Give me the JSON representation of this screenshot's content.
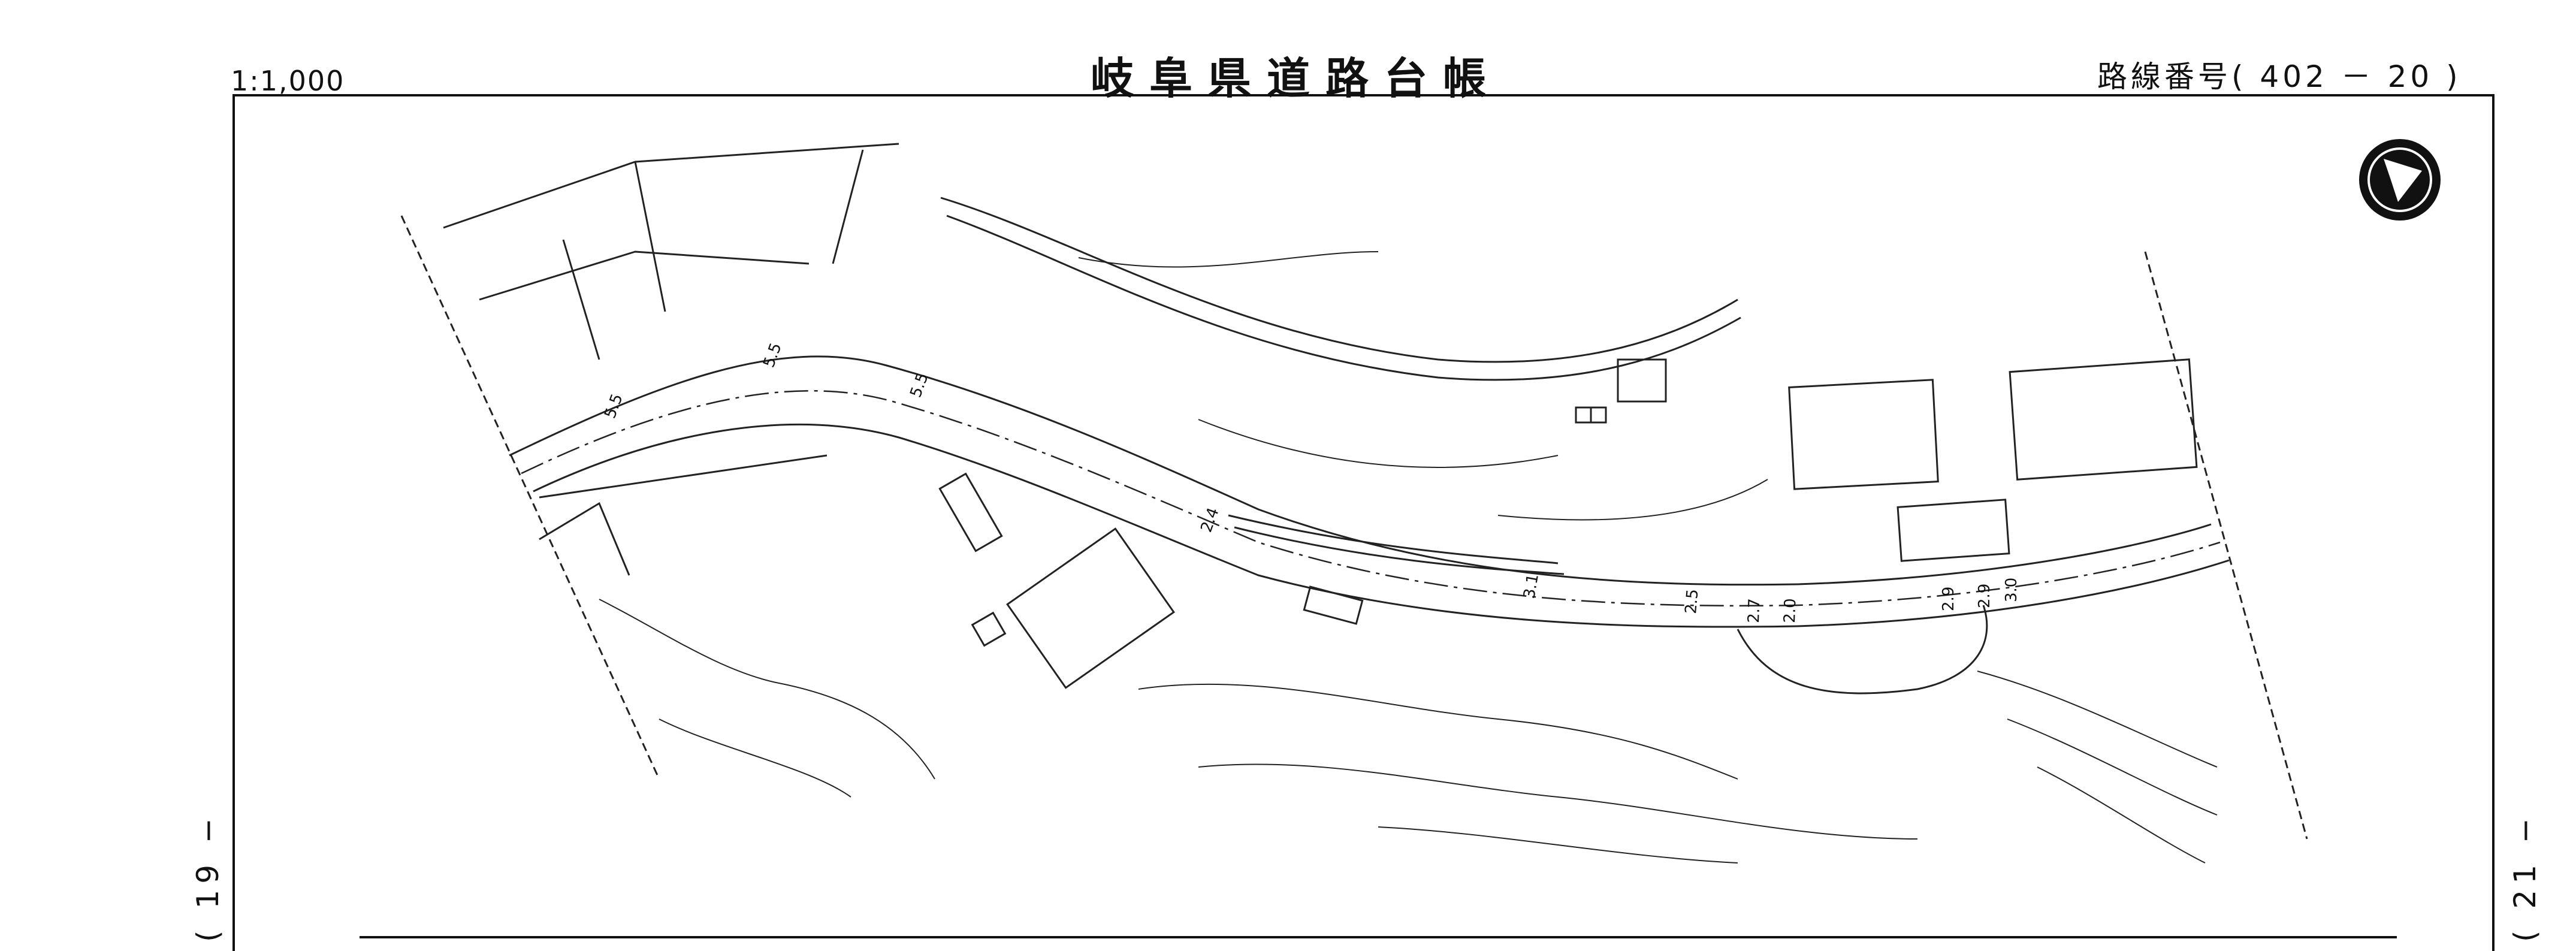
{
  "header": {
    "scale": "1:1,000",
    "title": "岐阜県道路台帳",
    "route": "路線番号( 402 － 20 )"
  },
  "sheets": {
    "prev": "( 19 −",
    "next": "( 21 −"
  },
  "map": {
    "road_widths": [
      "5.5",
      "5.5",
      "5.5",
      "2.4",
      "3.1",
      "2.5",
      "2.7",
      "2.0",
      "2.9",
      "2.9",
      "3.0"
    ]
  },
  "north_arrow": {
    "icon": "north-arrow-icon"
  }
}
